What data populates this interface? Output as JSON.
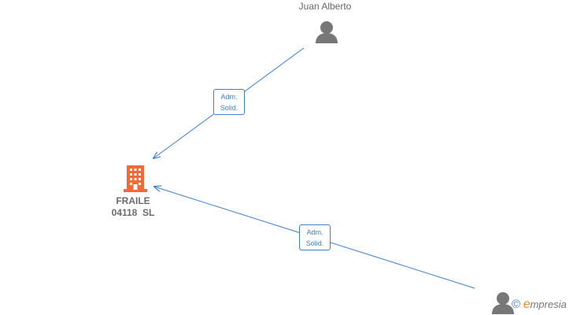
{
  "nodes": {
    "person_top": {
      "name": "Juan Alberto",
      "icon": "person-icon"
    },
    "company": {
      "name_line1": "FRAILE",
      "name_line2": "04118  SL",
      "icon": "building-icon"
    },
    "person_bottom": {
      "name": "",
      "icon": "person-icon"
    }
  },
  "edges": [
    {
      "from": "person_top",
      "to": "company",
      "label_line1": "Adm.",
      "label_line2": "Solid."
    },
    {
      "from": "person_bottom",
      "to": "company",
      "label_line1": "Adm.",
      "label_line2": "Solid."
    }
  ],
  "watermark": {
    "copyright": "©",
    "brand_initial": "e",
    "brand_rest": "mpresia"
  },
  "colors": {
    "edge": "#3d7fd4",
    "company_icon": "#f26a35",
    "person_icon": "#777777"
  }
}
